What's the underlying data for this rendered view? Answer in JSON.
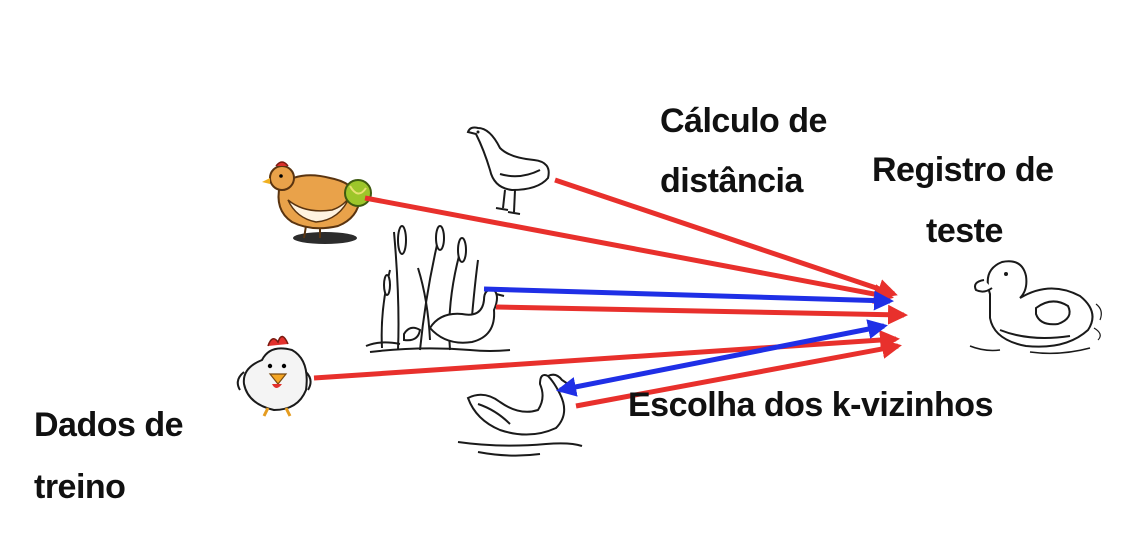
{
  "labels": {
    "distance_line1": "Cálculo de",
    "distance_line2": "distância",
    "test_line1": "Registro de",
    "test_line2": "teste",
    "neighbors": "Escolha dos k-vizinhos",
    "train_line1": "Dados de",
    "train_line2": "treino"
  },
  "icons": {
    "test_record": "duck-toy-icon",
    "training": [
      "hen-icon",
      "goose-icon",
      "duck-in-reeds-icon",
      "chicken-icon",
      "swan-icon"
    ]
  },
  "colors": {
    "distance_arrow": "#e8302c",
    "neighbor_arrow": "#1f2fe6",
    "ink": "#1a1a1a"
  },
  "connections": [
    {
      "from": "goose",
      "to": "test",
      "kind": "distance"
    },
    {
      "from": "hen",
      "to": "test",
      "kind": "distance"
    },
    {
      "from": "duck",
      "to": "test",
      "kind": "neighbor"
    },
    {
      "from": "duck",
      "to": "test",
      "kind": "distance"
    },
    {
      "from": "chicken",
      "to": "test",
      "kind": "distance"
    },
    {
      "from": "swan",
      "to": "test",
      "kind": "neighbor"
    },
    {
      "from": "swan",
      "to": "test",
      "kind": "distance"
    }
  ]
}
